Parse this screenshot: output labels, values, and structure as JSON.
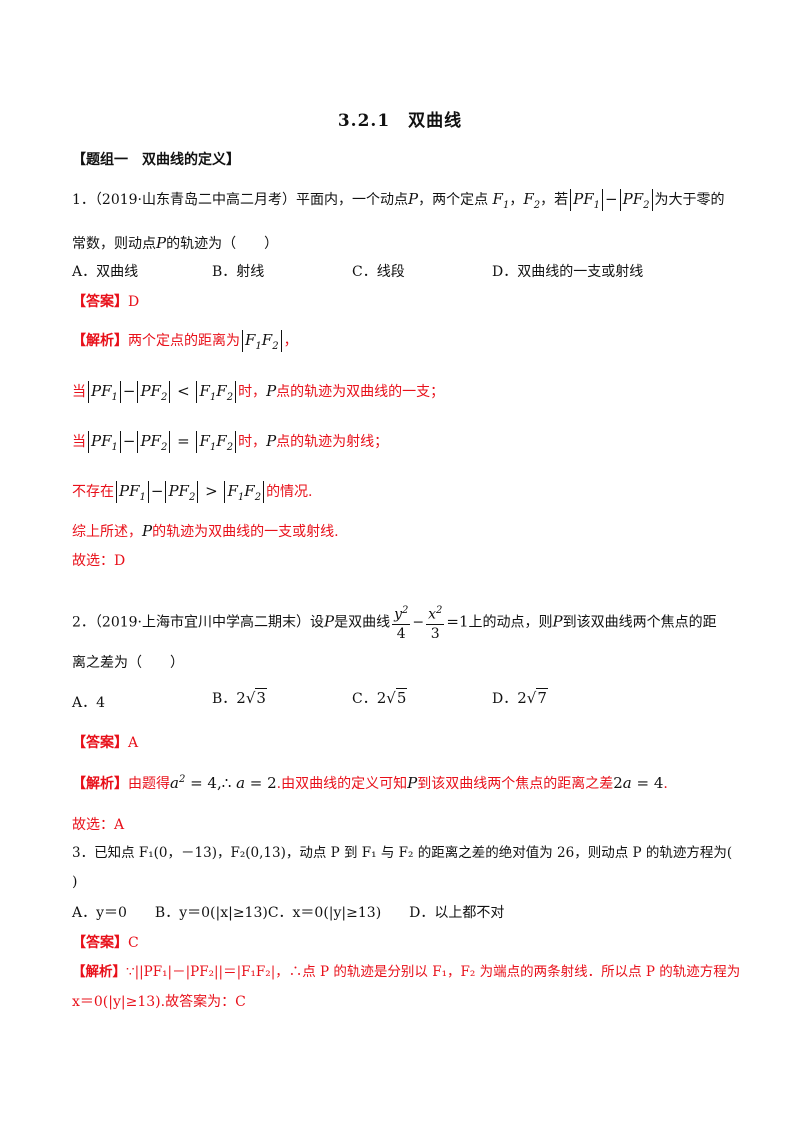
{
  "doc": {
    "title": "3.2.1　双曲线",
    "group_heading": "【题组一　双曲线的定义】"
  },
  "q1": {
    "stem_a": "1．（2019·山东青岛二中高二月考）平面内，一个动点",
    "stem_b": "，两个定点",
    "stem_c": "，若",
    "stem_d": "为大于零的",
    "stem_line2_a": "常数，则动点",
    "stem_line2_b": "的轨迹为（　　）",
    "options": [
      "A．双曲线",
      "B．射线",
      "C．线段",
      "D．双曲线的一支或射线"
    ],
    "answer_tag": "【答案】",
    "answer": "D",
    "analysis_tag": "【解析】",
    "analysis_1": "两个定点的距离为",
    "analysis_1_end": "，",
    "when": "当",
    "analysis_2_b": "时，",
    "analysis_2_c": "点的轨迹为双曲线的一支；",
    "analysis_3_c": "点的轨迹为射线；",
    "not_exist": "不存在",
    "analysis_4_b": "的情况.",
    "summary": "综上所述，",
    "summary_b": "的轨迹为双曲线的一支或射线.",
    "choose": "故选：D"
  },
  "q2": {
    "stem_a": "2．（2019·上海市宜川中学高二期末）设",
    "stem_b": "是双曲线",
    "stem_c": "上的动点，则",
    "stem_d": "到该双曲线两个焦点的距",
    "stem_line2": "离之差为（　　）",
    "options_labels": [
      "A．4",
      "B．",
      "C．",
      "D．"
    ],
    "sqrt_values": [
      "3",
      "5",
      "7"
    ],
    "answer_tag": "【答案】",
    "answer": "A",
    "analysis_tag": "【解析】",
    "analysis_a": "由题得",
    "analysis_b": ".由双曲线的定义可知",
    "analysis_c": "到该双曲线两个焦点的距离之差",
    "analysis_d": ".",
    "choose": "故选：A"
  },
  "q3": {
    "stem_line1": "3．已知点 F₁(0，－13)，F₂(0,13)，动点 P 到 F₁ 与 F₂ 的距离之差的绝对值为 26，则动点 P 的轨迹方程为(",
    "stem_line2": ")",
    "options_line": "A．y＝0　　B．y＝0(|x|≥13)C．x＝0(|y|≥13)　　D．以上都不对",
    "answer_tag": "【答案】",
    "answer": "C",
    "analysis_tag": "【解析】",
    "analysis_line1": "∵||PF₁|－|PF₂||＝|F₁F₂|，∴点 P 的轨迹是分别以 F₁，F₂ 为端点的两条射线．所以点 P 的轨迹方程为",
    "analysis_line2": "x＝0(|y|≥13).故答案为：C"
  },
  "colors": {
    "answer_red": "#e8101a",
    "text": "#111111"
  }
}
